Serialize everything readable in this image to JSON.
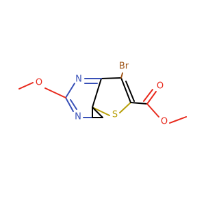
{
  "atoms": {
    "bromine": {
      "label": "Br",
      "color": "#a0581c"
    },
    "sulfur": {
      "label": "S",
      "color": "#b8a00a"
    },
    "nitrogen_1": {
      "label": "N",
      "color": "#3850b7"
    },
    "nitrogen_3": {
      "label": "N",
      "color": "#3850b7"
    },
    "ether_oxygen": {
      "label": "O",
      "color": "#e8291c"
    },
    "carbonyl_oxygen": {
      "label": "O",
      "color": "#e8291c"
    },
    "ester_oxygen": {
      "label": "O",
      "color": "#e8291c"
    }
  }
}
